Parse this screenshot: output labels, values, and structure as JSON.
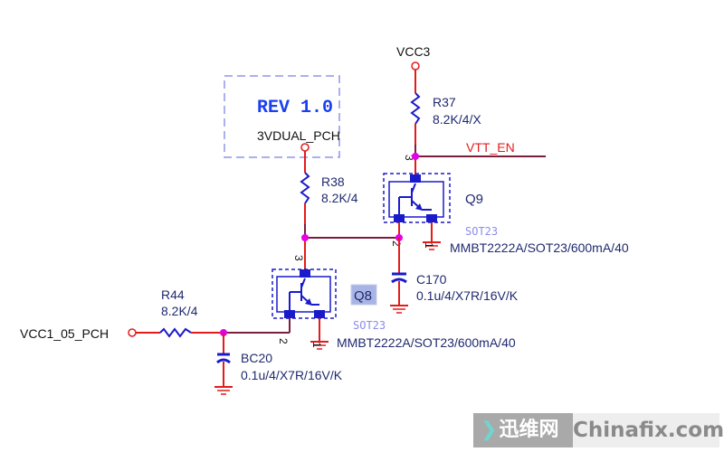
{
  "rev_box": {
    "title": "REV 1.0",
    "net": "3VDUAL_PCH"
  },
  "nets": {
    "vcc3": "VCC3",
    "vtt_en": "VTT_EN",
    "vcc1_05": "VCC1_05_PCH"
  },
  "r37": {
    "ref": "R37",
    "value": "8.2K/4/X"
  },
  "r38": {
    "ref": "R38",
    "value": "8.2K/4"
  },
  "r44": {
    "ref": "R44",
    "value": "8.2K/4"
  },
  "c170": {
    "ref": "C170",
    "value": "0.1u/4/X7R/16V/K"
  },
  "bc20": {
    "ref": "BC20",
    "value": "0.1u/4/X7R/16V/K"
  },
  "q9": {
    "ref": "Q9",
    "package": "SOT23",
    "part": "MMBT2222A/SOT23/600mA/40",
    "pins": {
      "c": "3",
      "b": "2",
      "e": "1"
    }
  },
  "q8": {
    "ref": "Q8",
    "package": "SOT23",
    "part": "MMBT2222A/SOT23/600mA/40",
    "pins": {
      "c": "3",
      "b": "2",
      "e": "1"
    }
  },
  "watermark": {
    "cn": "迅维网",
    "en": "Chinafix.com"
  },
  "colors": {
    "wire": "#e41b1b",
    "net_wire": "#7b1e3c",
    "component": "#1a1acc",
    "junction": "#e600e6",
    "highlight": "#a9b4e6"
  }
}
